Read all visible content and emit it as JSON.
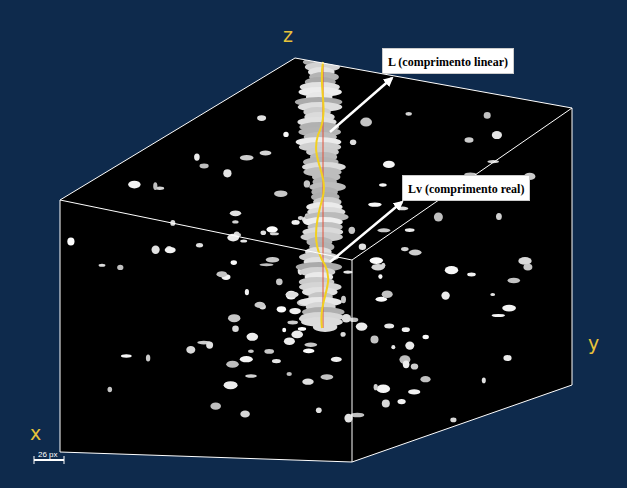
{
  "diagram": {
    "nodes": [
      {
        "text": [
          "L (comprimento linear)"
        ]
      },
      {
        "text": [
          "Lv (comprimento real)"
        ]
      }
    ],
    "labels": [
      "z",
      "y",
      "x",
      "26 px"
    ]
  }
}
